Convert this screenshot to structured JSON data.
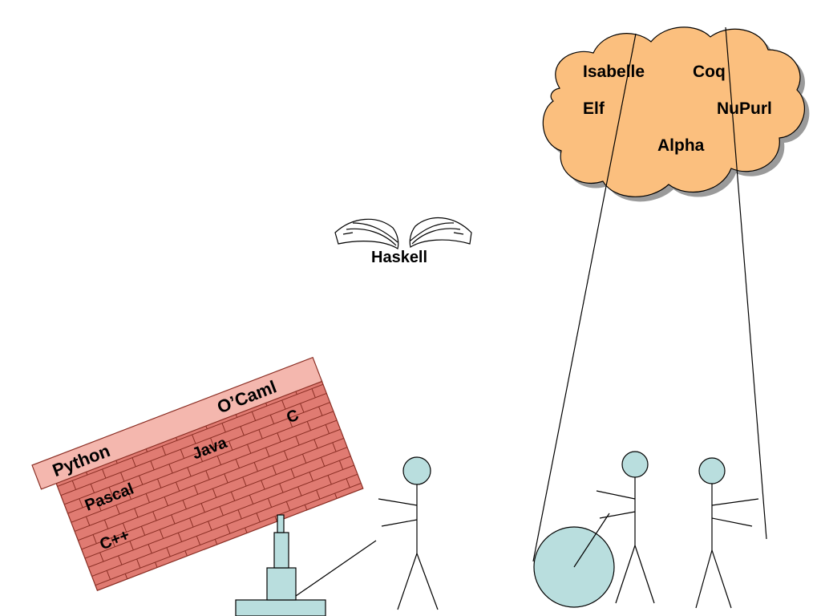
{
  "cloud": {
    "languages": [
      "Isabelle",
      "Coq",
      "Elf",
      "NuPurl",
      "Alpha"
    ]
  },
  "wings": {
    "label": "Haskell"
  },
  "wall": {
    "languages": [
      "Python",
      "O’Caml",
      "Java",
      "C",
      "Pascal",
      "C++"
    ]
  },
  "colors": {
    "cloud_fill": "#fbbf7e",
    "cloud_shadow": "#9a9a9a",
    "brick_fill": "#e07b72",
    "brick_mortar": "#8a2e24",
    "wall_top_fill": "#f4b7ae",
    "figure_fill": "#b9dede",
    "tower_fill": "#b9dede"
  }
}
